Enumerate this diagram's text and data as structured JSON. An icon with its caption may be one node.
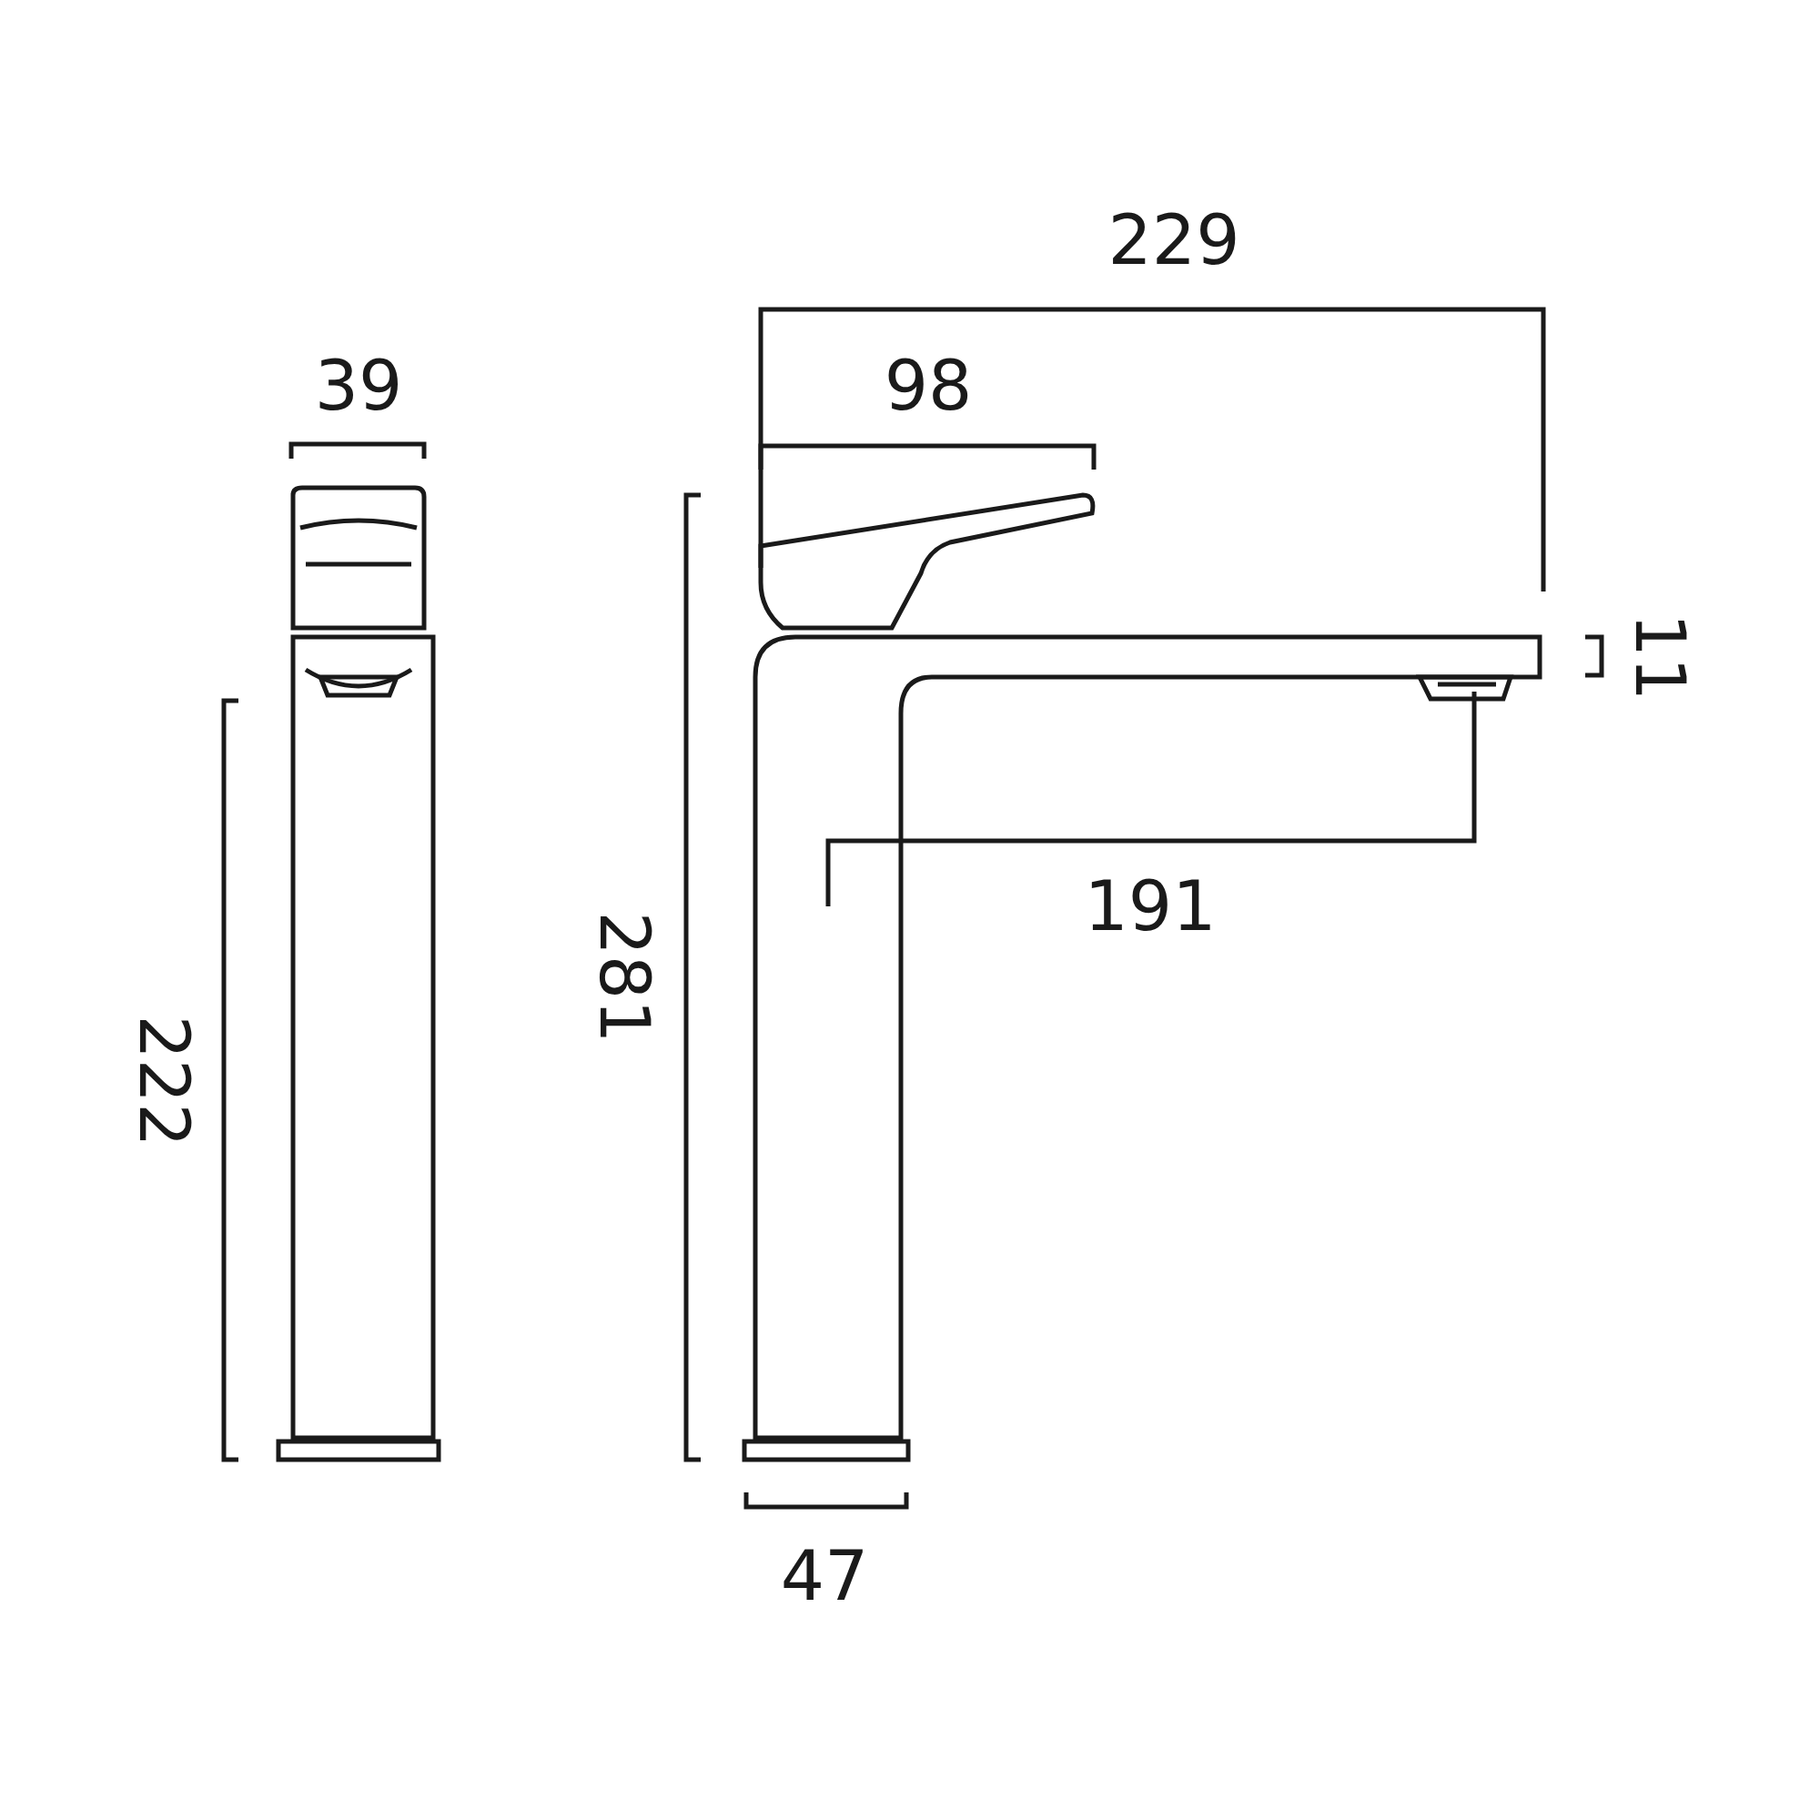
{
  "diagram": {
    "labels": [
      "229",
      "39",
      "98",
      "11",
      "191",
      "281",
      "222",
      "47"
    ]
  }
}
